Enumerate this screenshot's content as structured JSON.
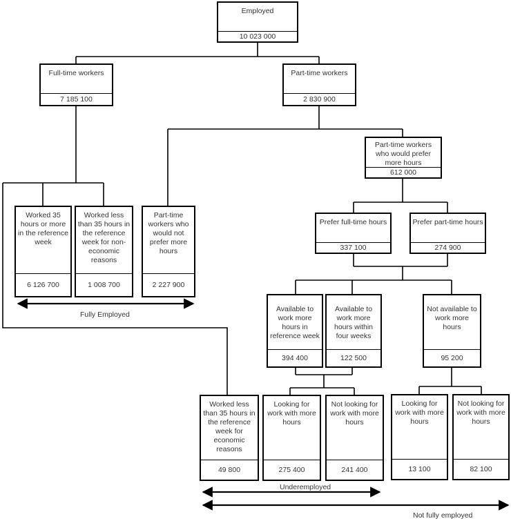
{
  "nodes": {
    "employed": {
      "label": "Employed",
      "value": "10 023 000"
    },
    "full_time": {
      "label": "Full-time workers",
      "value": "7 185 100"
    },
    "part_time": {
      "label": "Part-time workers",
      "value": "2 830 900"
    },
    "pt_prefer_more": {
      "label": "Part-time workers who would prefer more hours",
      "value": "612 000"
    },
    "worked_35": {
      "label": "Worked 35 hours or more in the reference week",
      "value": "6 126 700"
    },
    "worked_less_non_econ": {
      "label": "Worked less than 35 hours in the reference week for non-economic reasons",
      "value": "1 008 700"
    },
    "pt_not_prefer": {
      "label": "Part-time workers who would not prefer more hours",
      "value": "2 227 900"
    },
    "prefer_full": {
      "label": "Prefer full-time hours",
      "value": "337 100"
    },
    "prefer_part": {
      "label": "Prefer part-time hours",
      "value": "274 900"
    },
    "avail_ref_week": {
      "label": "Available to work more hours in reference week",
      "value": "394 400"
    },
    "avail_four_weeks": {
      "label": "Available to work more hours within four weeks",
      "value": "122 500"
    },
    "not_available": {
      "label": "Not available to work more hours",
      "value": "95 200"
    },
    "worked_less_econ": {
      "label": "Worked less than 35 hours in the reference week for economic reasons",
      "value": "49 800"
    },
    "looking_1": {
      "label": "Looking for work with more hours",
      "value": "275 400"
    },
    "not_looking_1": {
      "label": "Not looking for work with more hours",
      "value": "241 400"
    },
    "looking_2": {
      "label": "Looking for work with more hours",
      "value": "13 100"
    },
    "not_looking_2": {
      "label": "Not looking for work with more hours",
      "value": "82 100"
    }
  },
  "captions": {
    "fully_employed": "Fully Employed",
    "underemployed": "Underemployed",
    "not_fully_employed": "Not fully employed"
  }
}
